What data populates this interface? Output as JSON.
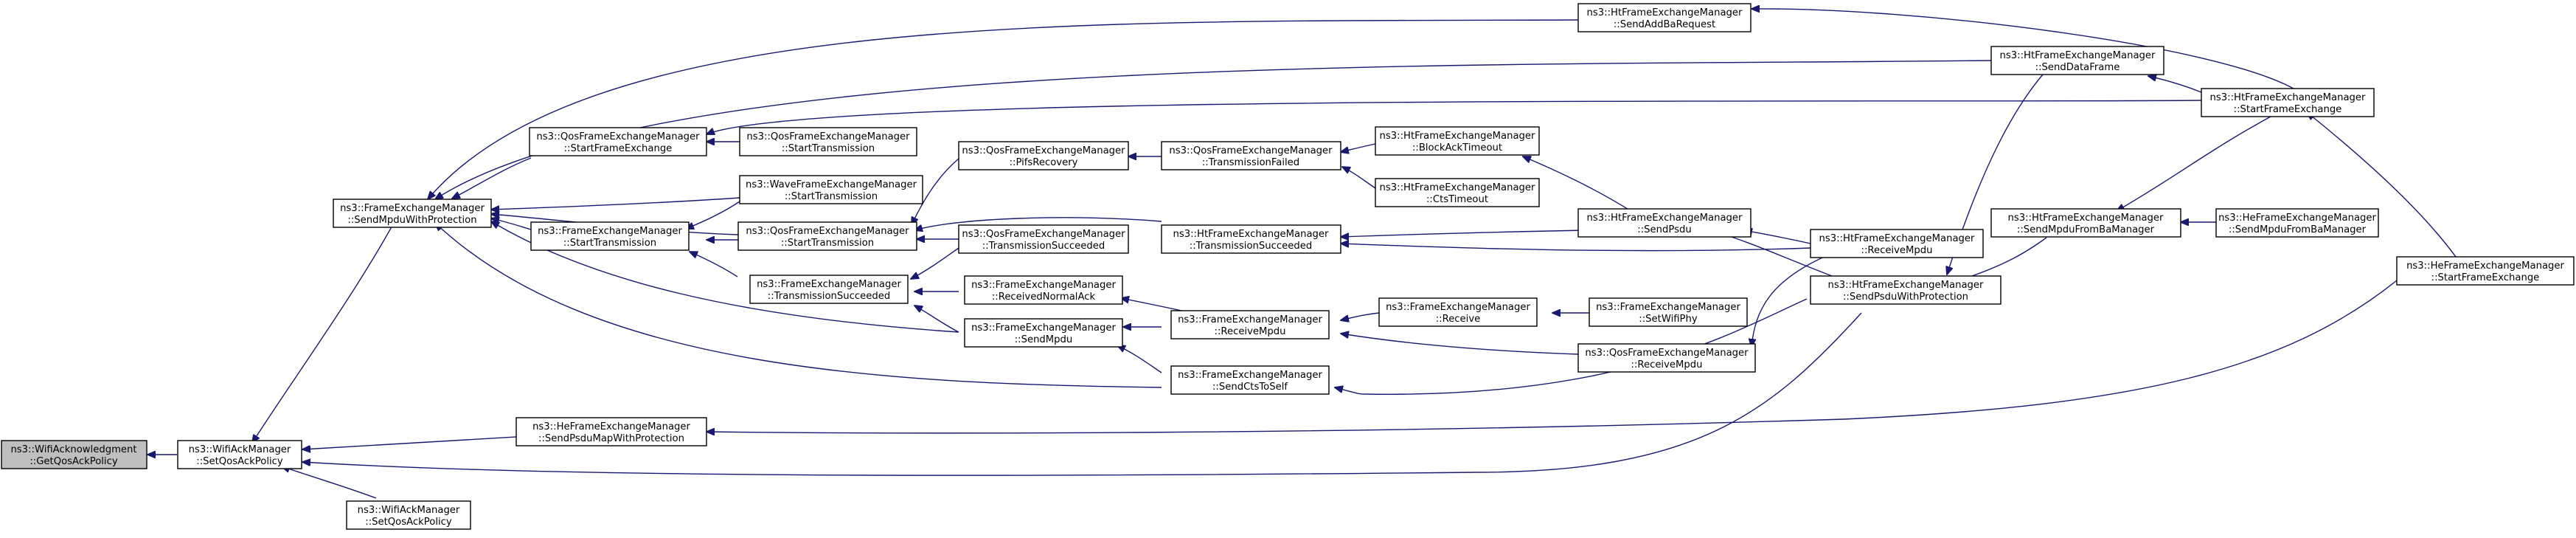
{
  "colors": {
    "edge": "#191970",
    "node_border": "#000000",
    "node_fill": "#ffffff",
    "focus_fill": "#bfbfbf"
  },
  "nodes": {
    "n0": {
      "l1": "ns3::WifiAcknowledgment",
      "l2": "::GetQosAckPolicy"
    },
    "n1": {
      "l1": "ns3::WifiAckManager",
      "l2": "::SetQosAckPolicy"
    },
    "n2": {
      "l1": "ns3::FrameExchangeManager",
      "l2": "::SendMpduWithProtection"
    },
    "n3": {
      "l1": "ns3::HeFrameExchangeManager",
      "l2": "::SendPsduMapWithProtection"
    },
    "n4": {
      "l1": "ns3::WifiAckManager",
      "l2": "::SetQosAckPolicy"
    },
    "n5": {
      "l1": "ns3::HtFrameExchangeManager",
      "l2": "::SendPsduWithProtection"
    },
    "n6": {
      "l1": "ns3::QosFrameExchangeManager",
      "l2": "::StartFrameExchange"
    },
    "n7": {
      "l1": "ns3::FrameExchangeManager",
      "l2": "::StartTransmission"
    },
    "n8": {
      "l1": "ns3::WaveFrameExchangeManager",
      "l2": "::StartTransmission"
    },
    "n9": {
      "l1": "ns3::QosFrameExchangeManager",
      "l2": "::StartTransmission"
    },
    "n10": {
      "l1": "ns3::FrameExchangeManager",
      "l2": "::TransmissionSucceeded"
    },
    "n11": {
      "l1": "ns3::FrameExchangeManager",
      "l2": "::SendMpdu"
    },
    "n12": {
      "l1": "ns3::QosFrameExchangeManager",
      "l2": "::StartTransmission"
    },
    "n13": {
      "l1": "ns3::QosFrameExchangeManager",
      "l2": "::PifsRecovery"
    },
    "n14": {
      "l1": "ns3::QosFrameExchangeManager",
      "l2": "::TransmissionSucceeded"
    },
    "n15": {
      "l1": "ns3::FrameExchangeManager",
      "l2": "::ReceivedNormalAck"
    },
    "n16": {
      "l1": "ns3::QosFrameExchangeManager",
      "l2": "::TransmissionFailed"
    },
    "n17": {
      "l1": "ns3::HtFrameExchangeManager",
      "l2": "::TransmissionSucceeded"
    },
    "n18": {
      "l1": "ns3::FrameExchangeManager",
      "l2": "::ReceiveMpdu"
    },
    "n19": {
      "l1": "ns3::FrameExchangeManager",
      "l2": "::SendCtsToSelf"
    },
    "n20": {
      "l1": "ns3::HtFrameExchangeManager",
      "l2": "::BlockAckTimeout"
    },
    "n21": {
      "l1": "ns3::HtFrameExchangeManager",
      "l2": "::CtsTimeout"
    },
    "n22": {
      "l1": "ns3::FrameExchangeManager",
      "l2": "::Receive"
    },
    "n23": {
      "l1": "ns3::HtFrameExchangeManager",
      "l2": "::SendAddBaRequest"
    },
    "n24": {
      "l1": "ns3::HtFrameExchangeManager",
      "l2": "::SendPsdu"
    },
    "n25": {
      "l1": "ns3::FrameExchangeManager",
      "l2": "::SetWifiPhy"
    },
    "n26": {
      "l1": "ns3::QosFrameExchangeManager",
      "l2": "::ReceiveMpdu"
    },
    "n27": {
      "l1": "ns3::HtFrameExchangeManager",
      "l2": "::ReceiveMpdu"
    },
    "n28": {
      "l1": "ns3::HtFrameExchangeManager",
      "l2": "::SendDataFrame"
    },
    "n29": {
      "l1": "ns3::HtFrameExchangeManager",
      "l2": "::SendMpduFromBaManager"
    },
    "n30": {
      "l1": "ns3::HtFrameExchangeManager",
      "l2": "::StartFrameExchange"
    },
    "n31": {
      "l1": "ns3::HeFrameExchangeManager",
      "l2": "::SendMpduFromBaManager"
    },
    "n32": {
      "l1": "ns3::HeFrameExchangeManager",
      "l2": "::StartFrameExchange"
    }
  }
}
